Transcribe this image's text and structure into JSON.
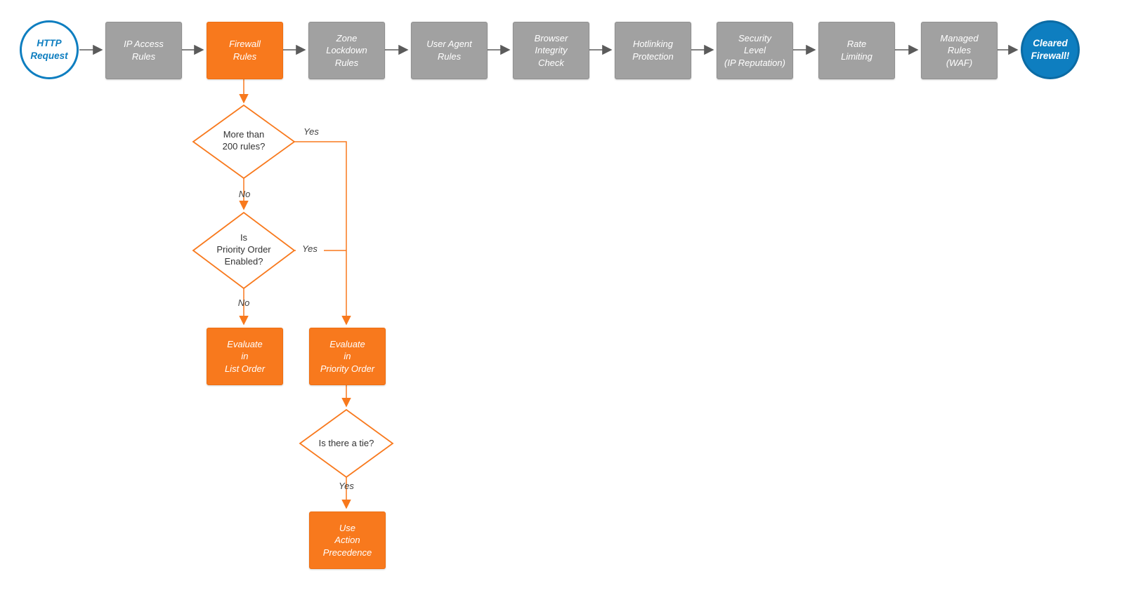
{
  "title": "Cloudflare firewall request-processing flowchart",
  "colors": {
    "orange": "#F8791D",
    "gray": "#A1A1A1",
    "blue": "#0E7EC0",
    "arrow_gray": "#5B5B5B",
    "background": "#FFFFFF"
  },
  "chain": {
    "start": {
      "label": "HTTP\nRequest"
    },
    "nodes": [
      {
        "label": "IP Access\nRules"
      },
      {
        "label": "Firewall\nRules"
      },
      {
        "label": "Zone\nLockdown\nRules"
      },
      {
        "label": "User Agent\nRules"
      },
      {
        "label": "Browser\nIntegrity\nCheck"
      },
      {
        "label": "Hotlinking\nProtection"
      },
      {
        "label": "Security\nLevel\n(IP Reputation)"
      },
      {
        "label": "Rate\nLimiting"
      },
      {
        "label": "Managed\nRules\n(WAF)"
      }
    ],
    "end": {
      "label": "Cleared\nFirewall!"
    }
  },
  "branch": {
    "decision_200": {
      "label": "More than\n200 rules?"
    },
    "decision_priority": {
      "label": "Is\nPriority Order\nEnabled?"
    },
    "decision_tie": {
      "label": "Is there a tie?"
    },
    "evaluate_list": {
      "label": "Evaluate\nin\nList Order"
    },
    "evaluate_priority": {
      "label": "Evaluate\nin\nPriority Order"
    },
    "use_action_precedence": {
      "label": "Use\nAction\nPrecedence"
    },
    "labels": {
      "yes1": "Yes",
      "no1": "No",
      "yes2": "Yes",
      "no2": "No",
      "yes3": "Yes"
    }
  }
}
